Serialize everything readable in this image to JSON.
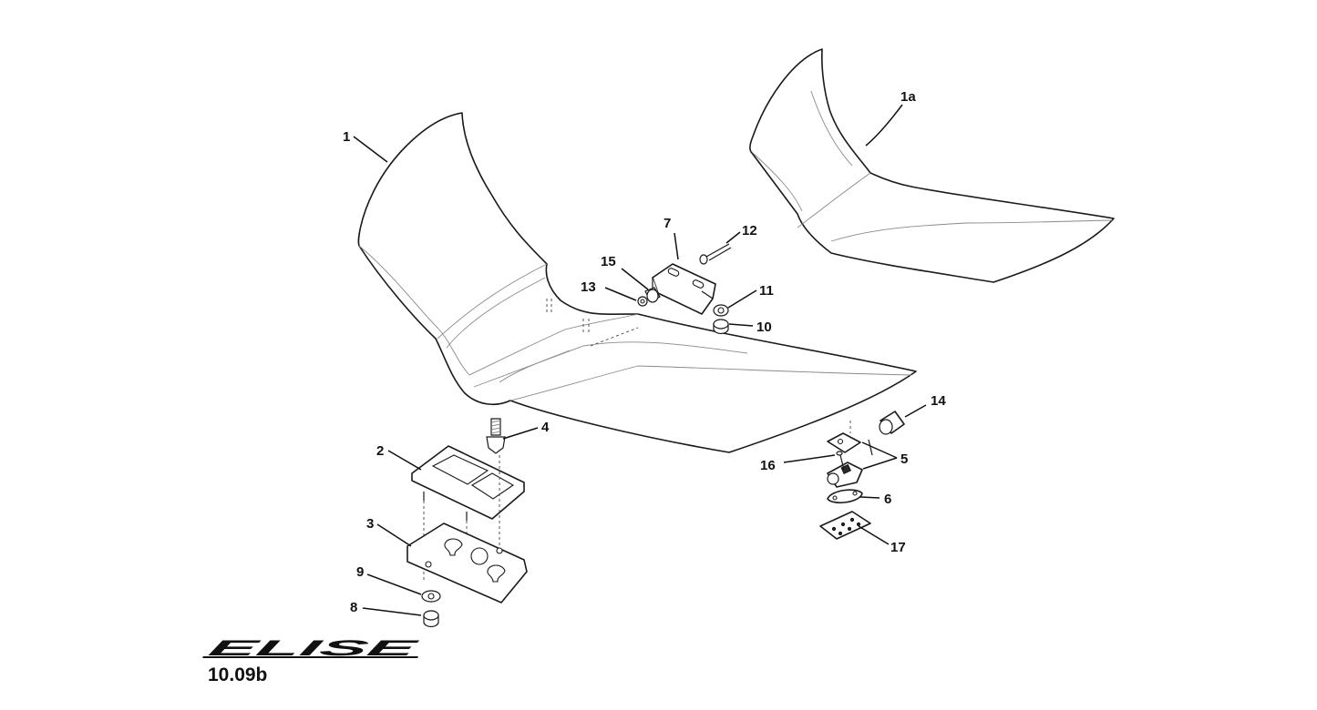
{
  "diagram": {
    "logo_text": "ELISE",
    "diagram_code": "10.09b",
    "callouts": [
      "1",
      "1a",
      "2",
      "3",
      "4",
      "5",
      "6",
      "7",
      "8",
      "9",
      "10",
      "11",
      "12",
      "13",
      "14",
      "15",
      "16",
      "17"
    ]
  },
  "colors": {
    "line": "#1a1a1a",
    "background": "#ffffff"
  }
}
